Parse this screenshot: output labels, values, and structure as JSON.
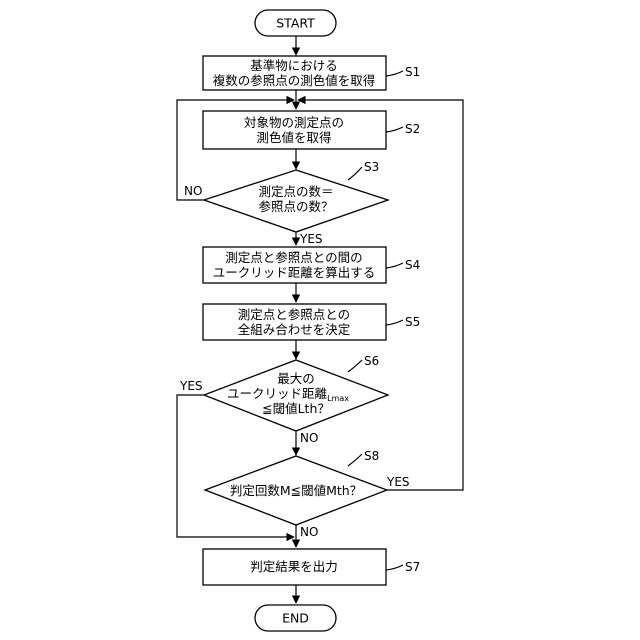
{
  "terminals": {
    "start": "START",
    "end": "END"
  },
  "steps": {
    "s1": {
      "label": "S1",
      "line1": "基準物における",
      "line2": "複数の参照点の測色値を取得"
    },
    "s2": {
      "label": "S2",
      "line1": "対象物の測定点の",
      "line2": "測色値を取得"
    },
    "s3": {
      "label": "S3",
      "line1": "測定点の数＝",
      "line2": "参照点の数？"
    },
    "s4": {
      "label": "S4",
      "line1": "測定点と参照点との間の",
      "line2": "ユークリッド距離を算出する"
    },
    "s5": {
      "label": "S5",
      "line1": "測定点と参照点との",
      "line2": "全組み合わせを決定"
    },
    "s6": {
      "label": "S6",
      "line1": "最大の",
      "line2_main": "ユークリッド距離",
      "line2_sub": "Lmax",
      "line3": "≦閾値Lth？"
    },
    "s7": {
      "label": "S7",
      "line1": "判定結果を出力"
    },
    "s8": {
      "label": "S8",
      "line1": "判定回数M≦閾値Mth？"
    }
  },
  "branches": {
    "yes": "YES",
    "no": "NO"
  }
}
